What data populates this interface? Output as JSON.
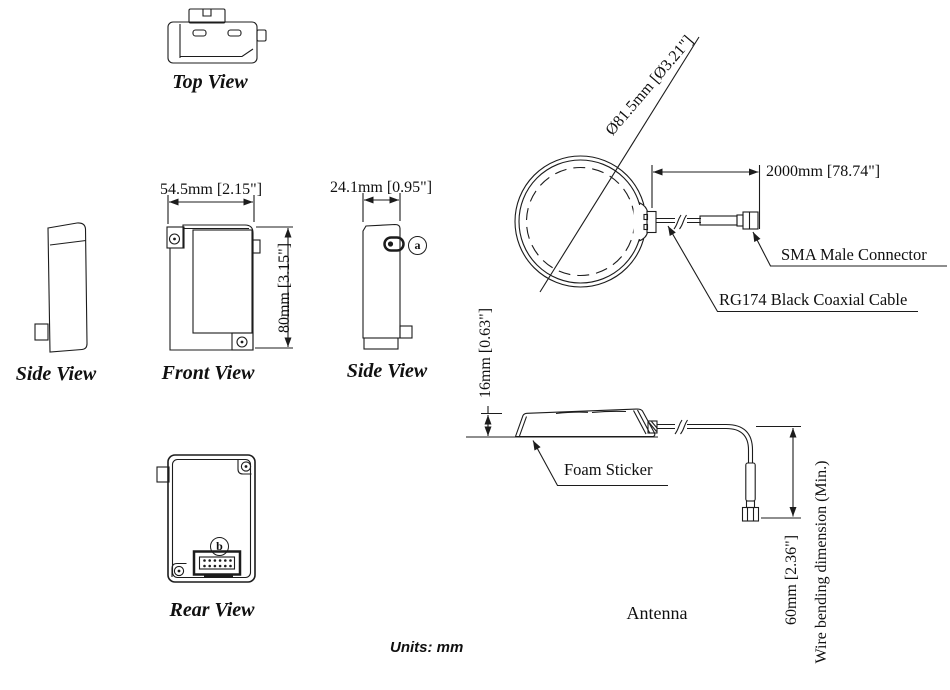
{
  "drawing": {
    "units_note": "Units: mm",
    "device": {
      "top_view": {
        "label": "Top View"
      },
      "side_view_left": {
        "label": "Side View"
      },
      "front_view": {
        "label": "Front View",
        "width": "54.5mm [2.15\"]",
        "height": "80mm [3.15\"]"
      },
      "side_view_right": {
        "label": "Side View",
        "depth": "24.1mm [0.95\"]",
        "callout_a": "a"
      },
      "rear_view": {
        "label": "Rear View",
        "callout_b": "b"
      }
    },
    "antenna": {
      "label": "Antenna",
      "diameter": "Ø81.5mm [Ø3.21\"]",
      "cable_length": "2000mm [78.74\"]",
      "sma_label": "SMA Male Connector",
      "cable_label": "RG174 Black Coaxial Cable",
      "height": "16mm [0.63\"]",
      "foam_label": "Foam Sticker",
      "bend_length": "60mm [2.36\"]",
      "bend_note": "Wire bending dimension (Min.)"
    },
    "colors": {
      "line": "#1c1c1c",
      "text": "#101010",
      "background": "#ffffff"
    }
  }
}
